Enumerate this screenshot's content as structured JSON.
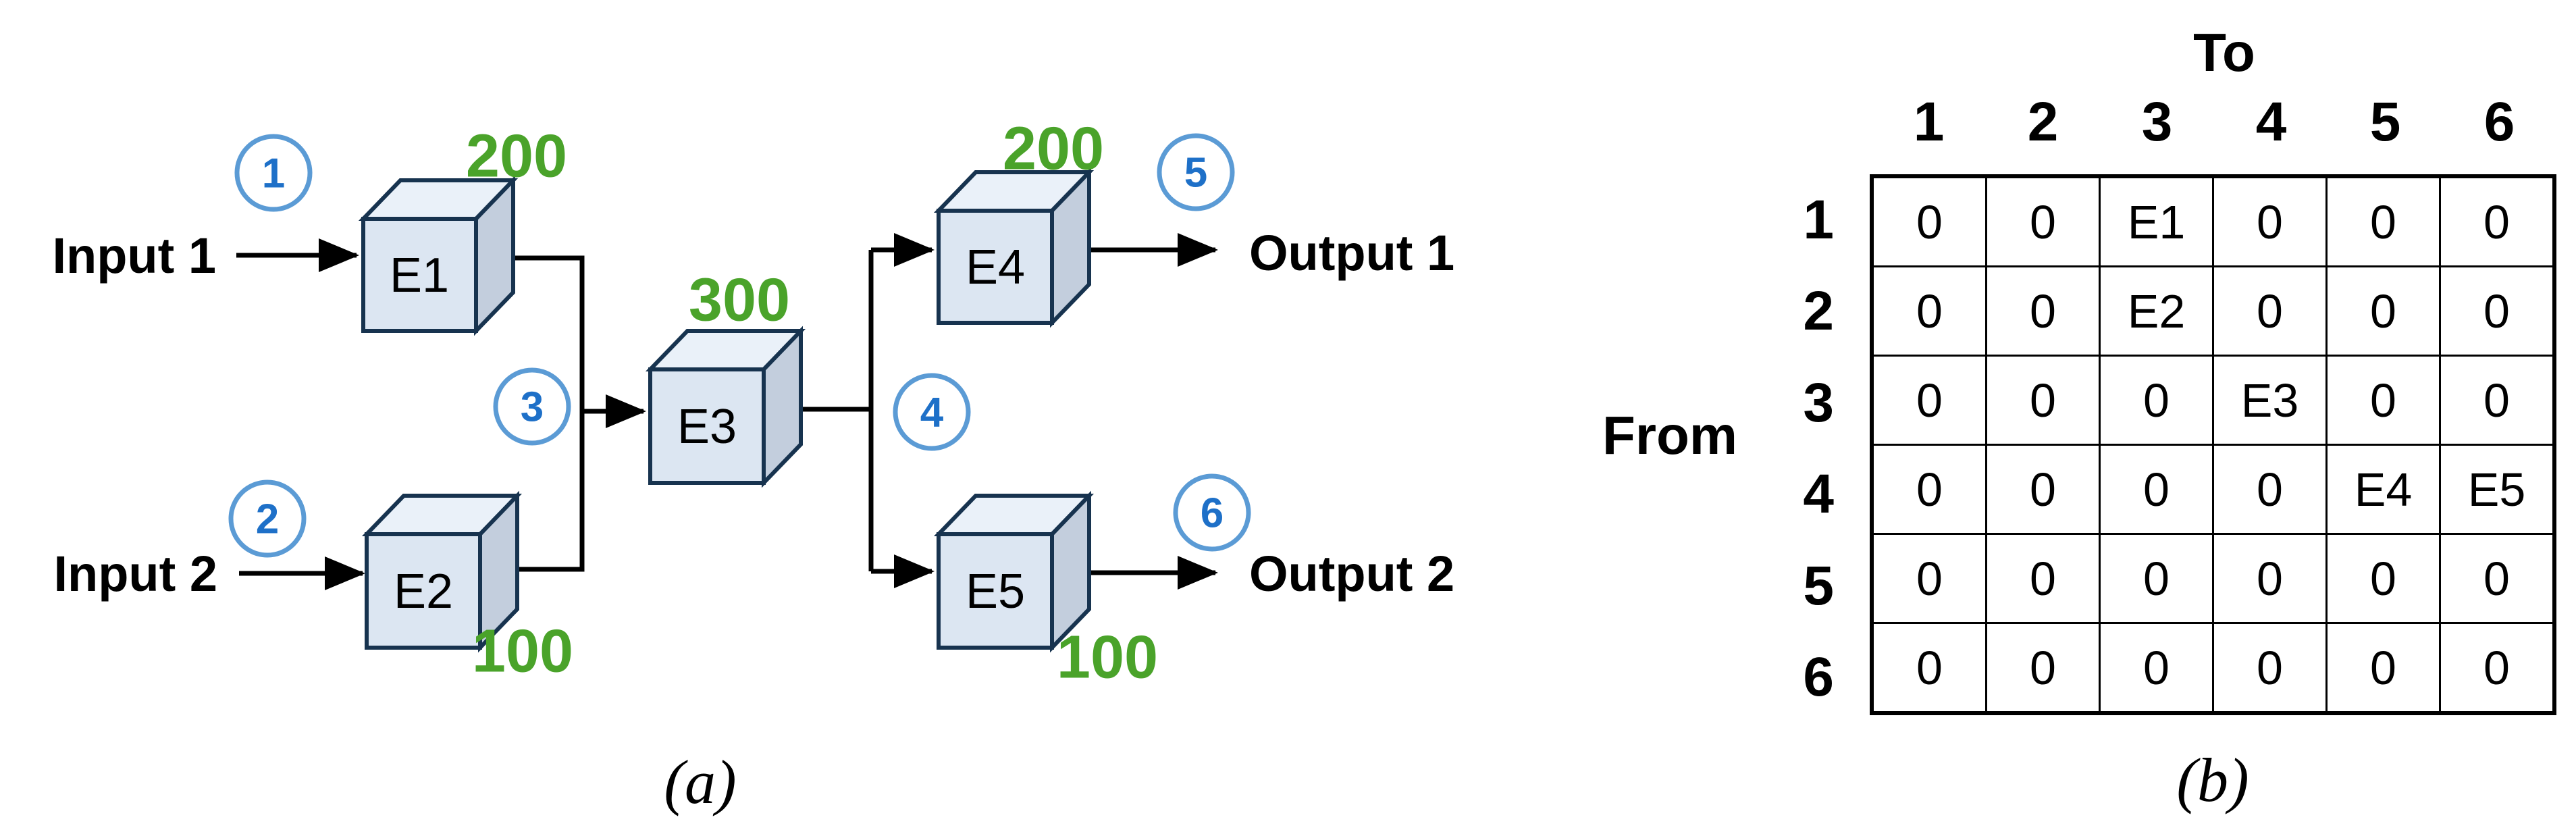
{
  "figure": {
    "caption_a": "(a)",
    "caption_b": "(b)"
  },
  "colors": {
    "capacity_green": "#4aa32a",
    "circle_stroke_blue": "#5b9bd5",
    "circle_digit_blue": "#1e70c8",
    "cube_front": "#dce6f2",
    "cube_top": "#eaf1f9",
    "cube_side": "#c3cedd",
    "cube_border": "#17334f",
    "line_black": "#000000"
  },
  "diagram": {
    "input1": "Input 1",
    "input2": "Input 2",
    "output1": "Output 1",
    "output2": "Output 2",
    "e1": "E1",
    "e2": "E2",
    "e3": "E3",
    "e4": "E4",
    "e5": "E5",
    "cap_e1": "200",
    "cap_e2": "100",
    "cap_e3": "300",
    "cap_e4": "200",
    "cap_e5": "100",
    "s1": "1",
    "s2": "2",
    "s3": "3",
    "s4": "4",
    "s5": "5",
    "s6": "6"
  },
  "matrix": {
    "to_label": "To",
    "from_label": "From",
    "col_headers": [
      "1",
      "2",
      "3",
      "4",
      "5",
      "6"
    ],
    "row_headers": [
      "1",
      "2",
      "3",
      "4",
      "5",
      "6"
    ],
    "rows": [
      [
        "0",
        "0",
        "E1",
        "0",
        "0",
        "0"
      ],
      [
        "0",
        "0",
        "E2",
        "0",
        "0",
        "0"
      ],
      [
        "0",
        "0",
        "0",
        "E3",
        "0",
        "0"
      ],
      [
        "0",
        "0",
        "0",
        "0",
        "E4",
        "E5"
      ],
      [
        "0",
        "0",
        "0",
        "0",
        "0",
        "0"
      ],
      [
        "0",
        "0",
        "0",
        "0",
        "0",
        "0"
      ]
    ]
  }
}
